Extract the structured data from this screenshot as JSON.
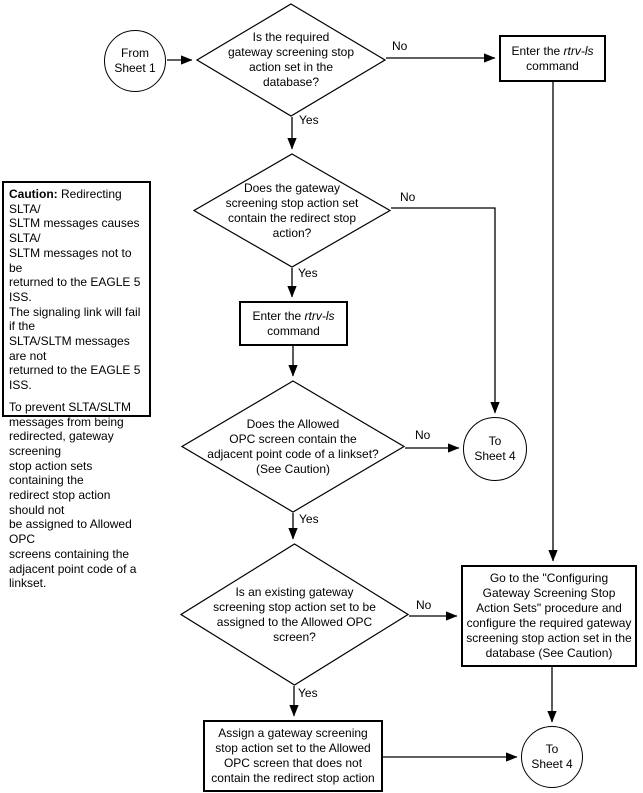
{
  "page": {
    "background": "#ffffff",
    "line_color": "#000000"
  },
  "flowchart": {
    "labels": {
      "yes": "Yes",
      "no": "No"
    },
    "nodes": {
      "from_sheet_1": {
        "type": "connector-circle",
        "lines": [
          "From",
          "Sheet 1"
        ]
      },
      "decision_stop_action_in_db": {
        "type": "decision",
        "lines": [
          "Is the required",
          "gateway screening stop",
          "action set in the",
          "database?"
        ]
      },
      "enter_rtrv_ls_top": {
        "type": "process",
        "line1_prefix": "Enter the ",
        "command": "rtrv-ls",
        "line2": "command"
      },
      "decision_redirect_stop_action": {
        "type": "decision",
        "lines": [
          "Does the gateway",
          "screening stop action set",
          "contain the redirect stop",
          "action?"
        ]
      },
      "enter_rtrv_ls_mid": {
        "type": "process",
        "line1_prefix": "Enter the ",
        "command": "rtrv-ls",
        "line2": "command"
      },
      "decision_allowed_opc": {
        "type": "decision",
        "lines": [
          "Does the Allowed",
          "OPC screen contain the",
          "adjacent point code of a linkset?",
          "(See Caution)"
        ]
      },
      "to_sheet_4_upper": {
        "type": "connector-circle",
        "lines": [
          "To",
          "Sheet 4"
        ]
      },
      "decision_existing_set": {
        "type": "decision",
        "lines": [
          "Is an existing gateway",
          "screening stop action set to be",
          "assigned to the Allowed OPC",
          "screen?"
        ]
      },
      "goto_configuring": {
        "type": "process",
        "lines": [
          "Go to the \"Configuring",
          "Gateway Screening Stop",
          "Action Sets\" procedure and",
          "configure the required gateway",
          "screening stop action set in the",
          "database (See Caution)"
        ]
      },
      "assign_stop_action_set": {
        "type": "process",
        "lines": [
          "Assign a gateway screening",
          "stop action set to the Allowed",
          "OPC screen that does not",
          "contain the redirect stop action"
        ]
      },
      "to_sheet_4_lower": {
        "type": "connector-circle",
        "lines": [
          "To",
          "Sheet 4"
        ]
      }
    },
    "caution": {
      "heading": "Caution:",
      "p1_line1_rest": " Redirecting SLTA/",
      "p1_lines": [
        "SLTM messages causes SLTA/",
        "SLTM messages not to be",
        "returned to the EAGLE 5 ISS.",
        "The signaling link will fail if the",
        "SLTA/SLTM messages are not",
        "returned to the EAGLE 5 ISS."
      ],
      "p2_lines": [
        "To prevent SLTA/SLTM",
        "messages from being",
        "redirected, gateway screening",
        "stop action sets containing the",
        "redirect stop action should not",
        "be assigned to Allowed OPC",
        "screens containing the",
        "adjacent point code of a linkset."
      ]
    }
  }
}
